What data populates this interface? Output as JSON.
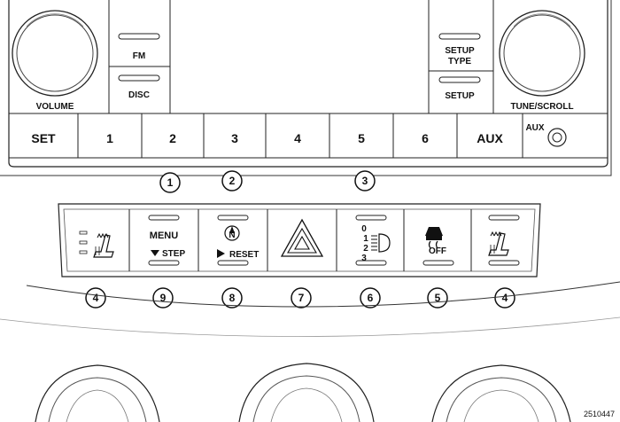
{
  "radio": {
    "volume_label": "VOLUME",
    "tune_label": "TUNE/SCROLL",
    "fm_label": "FM",
    "disc_label": "DISC",
    "setup_type_line1": "SETUP",
    "setup_type_line2": "TYPE",
    "setup_label": "SETUP",
    "aux_jack_label": "AUX",
    "presets": [
      "SET",
      "1",
      "2",
      "3",
      "4",
      "5",
      "6",
      "AUX"
    ]
  },
  "controls": {
    "menu_label": "MENU",
    "step_label": "STEP",
    "reset_label": "RESET",
    "compass_letter": "N",
    "dimmer_levels": [
      "0",
      "1",
      "2",
      "3"
    ],
    "traction_off_label": "OFF"
  },
  "callouts": {
    "top": [
      "1",
      "2",
      "3"
    ],
    "bottom": [
      "4",
      "9",
      "8",
      "7",
      "6",
      "5",
      "4"
    ]
  },
  "figure_id": "2510447"
}
